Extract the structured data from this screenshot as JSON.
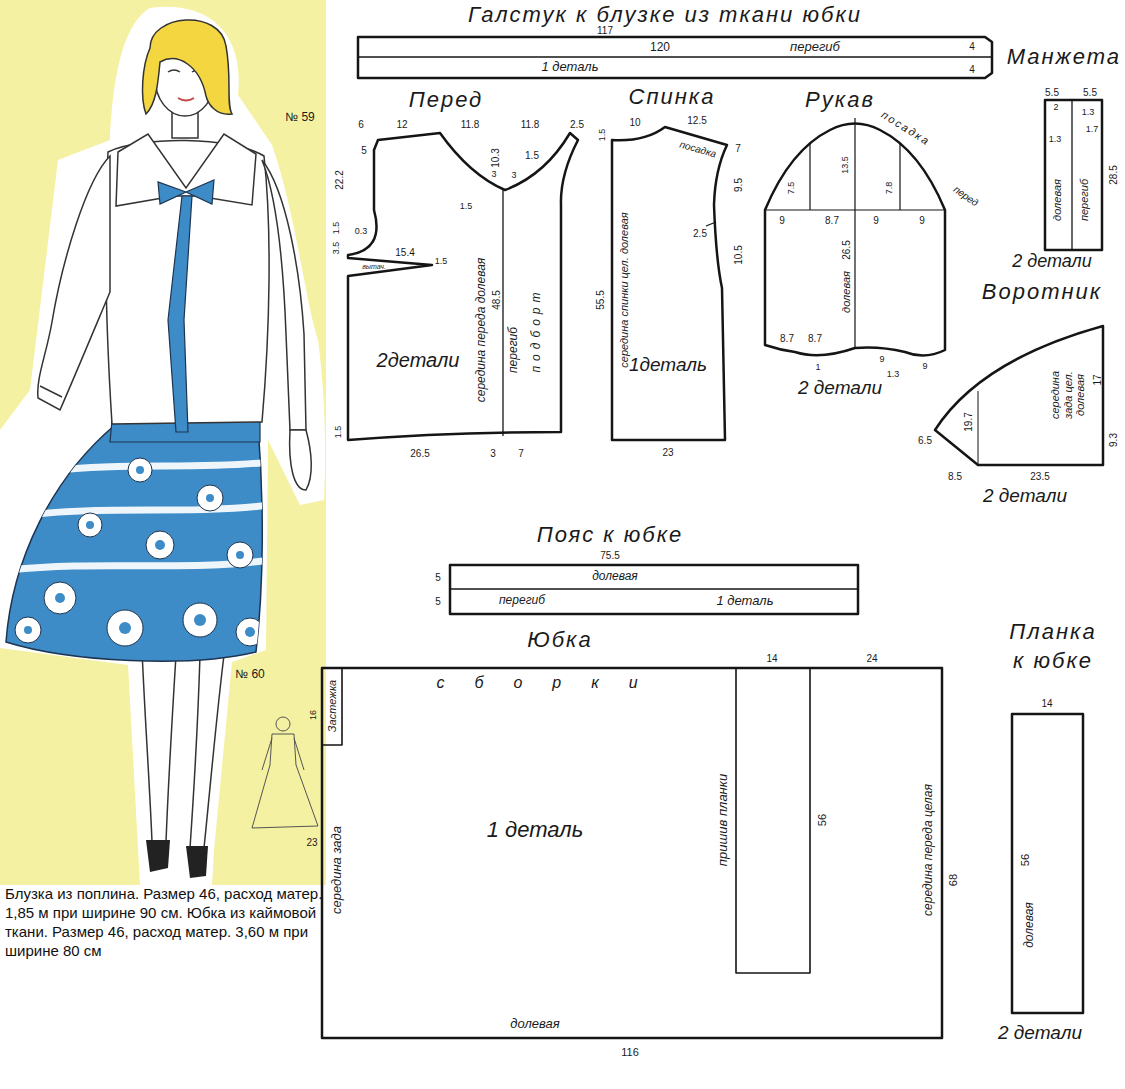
{
  "diagram": {
    "caption": "Блузка из поплина. Размер 46, расход матер. 1,85 м при ширине 90 см. Юбка из каймовой ткани. Размер 46, расход матер. 3,60 м при ширине 80 см",
    "nodes": [
      {
        "text": [
          "Галстук к блузке из ткани юбки",
          "перегиб",
          "1 деталь"
        ]
      },
      {
        "text": [
          "Манжета",
          "долевая",
          "перегиб",
          "2 детали"
        ]
      },
      {
        "text": [
          "Перед",
          "вытач.",
          "середина переда долевая",
          "перегиб",
          "подборт",
          "2детали"
        ]
      },
      {
        "text": [
          "Спинка",
          "посадка",
          "середина спинки цел. долевая",
          "1деталь"
        ]
      },
      {
        "text": [
          "Рукав",
          "посадка",
          "перед",
          "долевая",
          "2 детали"
        ]
      },
      {
        "text": [
          "Воротник",
          "середина зада цел. долевая",
          "2 детали"
        ]
      },
      {
        "text": [
          "Пояс к юбке",
          "долевая",
          "перегиб",
          "1 деталь"
        ]
      },
      {
        "text": [
          "Юбка",
          "сборки",
          "Застежка",
          "середина зада",
          "1 деталь",
          "пришив планки",
          "середина переда целая",
          "долевая"
        ]
      },
      {
        "text": [
          "Планка к юбке",
          "долевая",
          "2 детали"
        ]
      }
    ],
    "labels": [
      "117",
      "120",
      "4",
      "4",
      "5.5",
      "5.5",
      "2",
      "1.3",
      "1.7",
      "1.3",
      "28.5",
      "6",
      "12",
      "11.8",
      "11.8",
      "2.5",
      "5",
      "22.2",
      "0.3",
      "3.5",
      "1.5",
      "15.4",
      "1.5",
      "10.3",
      "1.5",
      "3",
      "3",
      "1.5",
      "48.5",
      "1.5",
      "26.5",
      "3",
      "7",
      "10",
      "12.5",
      "1.5",
      "7",
      "9.5",
      "2.5",
      "10.5",
      "55.5",
      "23",
      "7.5",
      "13.5",
      "7.8",
      "9",
      "8.7",
      "9",
      "9",
      "26.5",
      "8.7",
      "8.7",
      "1",
      "9",
      "9",
      "1.3",
      "17",
      "19.7",
      "6.5",
      "9.3",
      "8.5",
      "23.5",
      "75.5",
      "5",
      "5",
      "14",
      "24",
      "16",
      "56",
      "68",
      "116",
      "14",
      "56",
      "№ 59",
      "№ 60",
      "23"
    ]
  }
}
